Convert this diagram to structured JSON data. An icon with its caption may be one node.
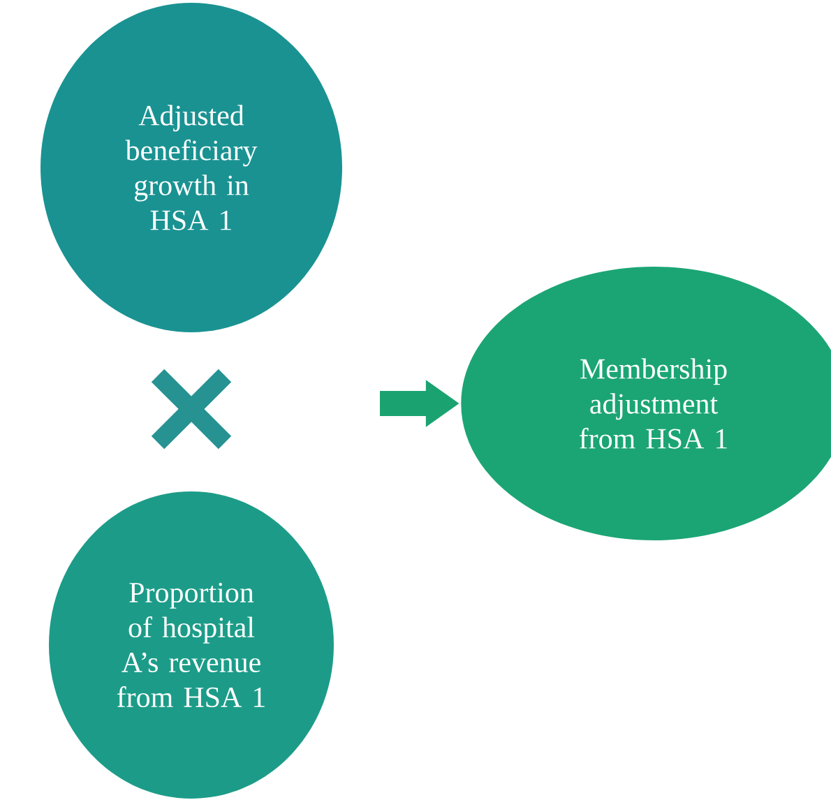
{
  "diagram": {
    "nodes": [
      {
        "text": [
          "Adjusted beneficiary growth in HSA 1"
        ]
      },
      {
        "text": [
          "Proportion of hospital A’s revenue from HSA 1"
        ]
      },
      {
        "text": [
          "Membership adjustment from HSA 1"
        ]
      }
    ],
    "edges": [
      {
        "from": null,
        "to": 2,
        "arrow": "to"
      }
    ]
  }
}
